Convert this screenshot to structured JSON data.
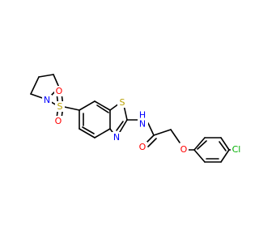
{
  "molecule": {
    "atoms": {
      "n_pyrrolidine": {
        "label": "N",
        "color": "#0000ff"
      },
      "s_sulfonyl": {
        "label": "S",
        "color": "#b8a000"
      },
      "o_sulfonyl_top": {
        "label": "O",
        "color": "#ff0000"
      },
      "o_sulfonyl_bottom": {
        "label": "O",
        "color": "#ff0000"
      },
      "s_thiazole": {
        "label": "S",
        "color": "#b8a000"
      },
      "n_thiazole": {
        "label": "N",
        "color": "#0000ff"
      },
      "nh_amide": {
        "label": "N",
        "color": "#0000ff"
      },
      "h_amide": {
        "label": "H",
        "color": "#0000ff"
      },
      "o_carbonyl": {
        "label": "O",
        "color": "#ff0000"
      },
      "o_ether": {
        "label": "O",
        "color": "#ff0000"
      },
      "cl": {
        "label": "Cl",
        "color": "#00b000"
      }
    }
  }
}
